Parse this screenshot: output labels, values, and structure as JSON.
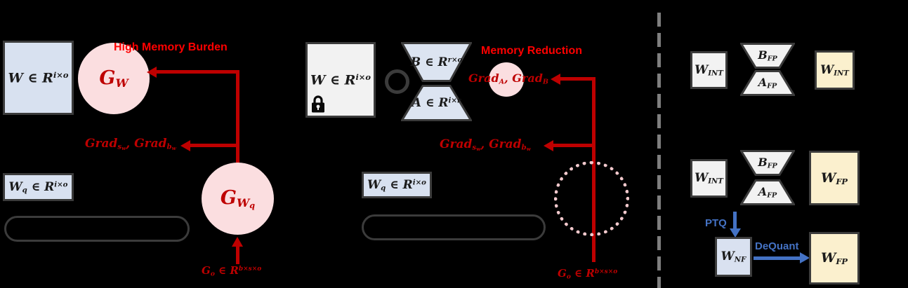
{
  "colors": {
    "background": "#000000",
    "annotation_red": "#FF0000",
    "gradient_red": "#BE0000",
    "accent_blue": "#4472C4",
    "box_blue_fill": "#D8E1F0",
    "box_gray_fill": "#F2F2F2",
    "box_yellow_fill": "#FBF0CE",
    "pink_circle_fill": "#FBDEE0",
    "dotted_circle_pink": "#F2C9CD",
    "shape_border": "#3B3B3B",
    "separator_gray": "#7F7F7F"
  },
  "left_panel": {
    "annotation": "High Memory Burden",
    "weight_label": [
      {
        "t": "W ∈ R"
      },
      {
        "t": "i×o",
        "s": "sup"
      }
    ],
    "weight_grad_circle": [
      {
        "t": "G"
      },
      {
        "t": "W",
        "s": "sub"
      }
    ],
    "quant_param_grads": [
      {
        "t": "Grad"
      },
      {
        "t": "s",
        "s": "sub"
      },
      {
        "t": "w",
        "s": "ssub"
      },
      {
        "t": ", Grad"
      },
      {
        "t": "b",
        "s": "sub"
      },
      {
        "t": "w",
        "s": "ssub"
      }
    ],
    "quant_weight_label": [
      {
        "t": "W"
      },
      {
        "t": "q",
        "s": "sub"
      },
      {
        "t": " ∈ R"
      },
      {
        "t": "i×o",
        "s": "sup"
      }
    ],
    "quant_weight_grad_circle": [
      {
        "t": "G"
      },
      {
        "t": "W",
        "s": "sub"
      },
      {
        "t": "q",
        "s": "ssub"
      }
    ],
    "output_grad_label": [
      {
        "t": "G"
      },
      {
        "t": "o",
        "s": "sub"
      },
      {
        "t": " ∈ R"
      },
      {
        "t": "b×s×o",
        "s": "sup"
      }
    ]
  },
  "middle_panel": {
    "annotation": "Memory Reduction",
    "weight_label": [
      {
        "t": "W ∈ R"
      },
      {
        "t": "i×o",
        "s": "sup"
      }
    ],
    "lora_b_label": [
      {
        "t": "B ∈ R"
      },
      {
        "t": "r×o",
        "s": "sup"
      }
    ],
    "lora_a_label": [
      {
        "t": "A ∈ R"
      },
      {
        "t": "i×r",
        "s": "sup"
      }
    ],
    "lora_grads": [
      {
        "t": "Grad"
      },
      {
        "t": "A",
        "s": "sub"
      },
      {
        "t": ", Grad"
      },
      {
        "t": "B",
        "s": "sub"
      }
    ],
    "quant_param_grads": [
      {
        "t": "Grad"
      },
      {
        "t": "s",
        "s": "sub"
      },
      {
        "t": "w",
        "s": "ssub"
      },
      {
        "t": ", Grad"
      },
      {
        "t": "b",
        "s": "sub"
      },
      {
        "t": "w",
        "s": "ssub"
      }
    ],
    "quant_weight_label": [
      {
        "t": "W"
      },
      {
        "t": "q",
        "s": "sub"
      },
      {
        "t": " ∈ R"
      },
      {
        "t": "i×o",
        "s": "sup"
      }
    ],
    "output_grad_label": [
      {
        "t": "G"
      },
      {
        "t": "o",
        "s": "sub"
      },
      {
        "t": " ∈ R"
      },
      {
        "t": "b×s×o",
        "s": "sup"
      }
    ],
    "lock_icon": "padlock"
  },
  "right_panel": {
    "row1": {
      "w_int": [
        {
          "t": "W"
        },
        {
          "t": "INT",
          "s": "sub"
        }
      ],
      "b_fp": [
        {
          "t": "B"
        },
        {
          "t": "FP",
          "s": "sub"
        }
      ],
      "a_fp": [
        {
          "t": "A"
        },
        {
          "t": "FP",
          "s": "sub"
        }
      ],
      "w_int_result": [
        {
          "t": "W"
        },
        {
          "t": "INT",
          "s": "sub"
        }
      ]
    },
    "row2": {
      "w_int": [
        {
          "t": "W"
        },
        {
          "t": "INT",
          "s": "sub"
        }
      ],
      "b_fp": [
        {
          "t": "B"
        },
        {
          "t": "FP",
          "s": "sub"
        }
      ],
      "a_fp": [
        {
          "t": "A"
        },
        {
          "t": "FP",
          "s": "sub"
        }
      ],
      "w_fp_result": [
        {
          "t": "W"
        },
        {
          "t": "FP",
          "s": "sub"
        }
      ]
    },
    "row3": {
      "ptq_label": "PTQ",
      "w_nf": [
        {
          "t": "W"
        },
        {
          "t": "NF",
          "s": "sub"
        }
      ],
      "dequant_label": "DeQuant",
      "w_fp": [
        {
          "t": "W"
        },
        {
          "t": "FP",
          "s": "sub"
        }
      ]
    }
  }
}
